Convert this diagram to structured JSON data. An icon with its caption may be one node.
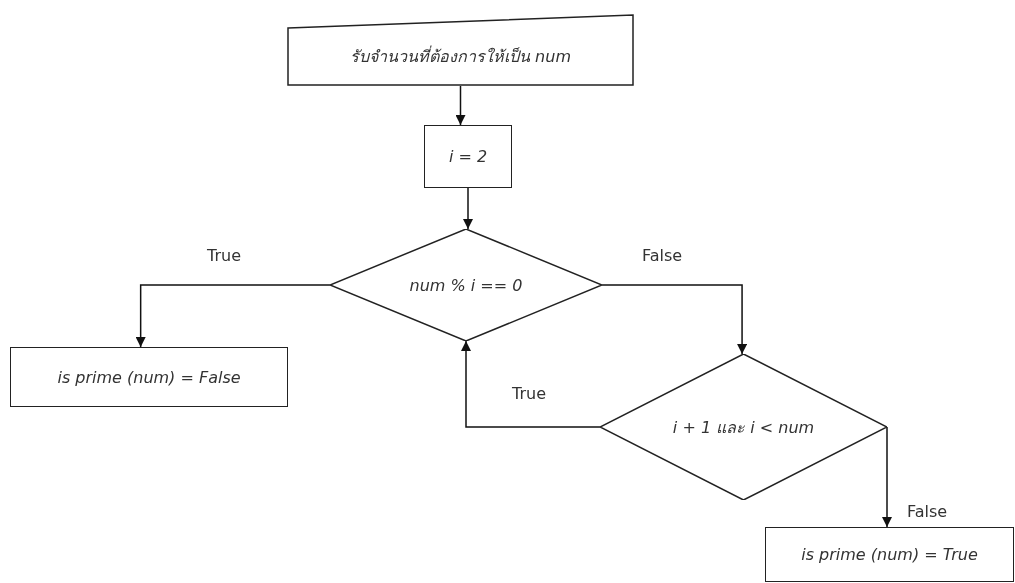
{
  "diagram": {
    "nodes": [
      {
        "text": [
          "รับจำนวนที่ต้องการให้เป็น num"
        ]
      },
      {
        "text": [
          "i = 2"
        ]
      },
      {
        "text": [
          "num % i == 0"
        ]
      },
      {
        "text": [
          "is prime (num) = False"
        ]
      },
      {
        "text": [
          "i + 1 และ i < num"
        ]
      },
      {
        "text": [
          "is prime (num) = True"
        ]
      }
    ],
    "edges": [
      {
        "from": 0,
        "to": 1,
        "arrow": "to"
      },
      {
        "from": 1,
        "to": 2,
        "arrow": "to"
      },
      {
        "from": 2,
        "to": 3,
        "arrow": "to",
        "label": "True"
      },
      {
        "from": 2,
        "to": 4,
        "arrow": "to",
        "label": "False"
      },
      {
        "from": 4,
        "to": 2,
        "arrow": "to",
        "label": "True"
      },
      {
        "from": 4,
        "to": 5,
        "arrow": "to",
        "label": "False"
      }
    ]
  }
}
